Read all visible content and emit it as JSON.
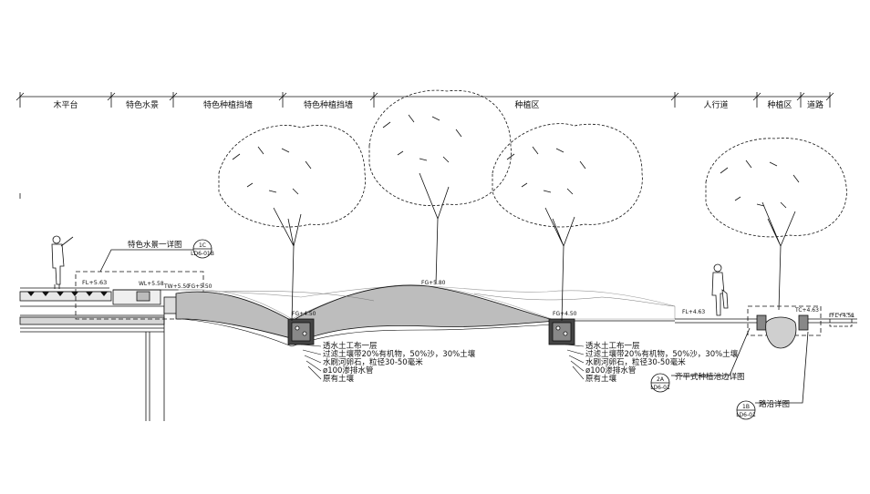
{
  "zones": [
    "木平台",
    "特色水景",
    "特色种植挡墙",
    "特色种植挡墙",
    "种植区",
    "人行道",
    "种植区",
    "道路"
  ],
  "callouts": {
    "water_feature_detail": "特色水景一详图",
    "water_feature_ref_top": "1C",
    "water_feature_ref_bottom": "LD6-01B",
    "flush_planter_detail": "齐平式种植池边详图",
    "flush_ref_top": "2A",
    "flush_ref_bottom": "LD6-01",
    "curb_detail": "路沿详图",
    "curb_ref_top": "1B",
    "curb_ref_bottom": "LD6-01"
  },
  "levels": {
    "fl_deck": "FL+5.63",
    "wl": "WL+5.58",
    "tw": "TW+5.50",
    "fg_wall": "FG+5.50",
    "fg_left": "FG+4.50",
    "fg_mound": "FG+5.80",
    "fg_right": "FG+4.50",
    "fl_walk": "FL+4.63",
    "tc": "TC+4.63",
    "fl_road": "FL+4.51"
  },
  "notes_left": [
    "透水土工布一层",
    "过滤土壤带20%有机物，50%沙，30%土壤",
    "水刷河卵石，粒径30-50毫米",
    "ø100渗排水管",
    "原有土壤"
  ],
  "notes_right": [
    "透水土工布一层",
    "过滤土壤带20%有机物，50%沙，30%土壤",
    "水刷河卵石，粒径30-50毫米",
    "ø100渗排水管",
    "原有土壤"
  ]
}
